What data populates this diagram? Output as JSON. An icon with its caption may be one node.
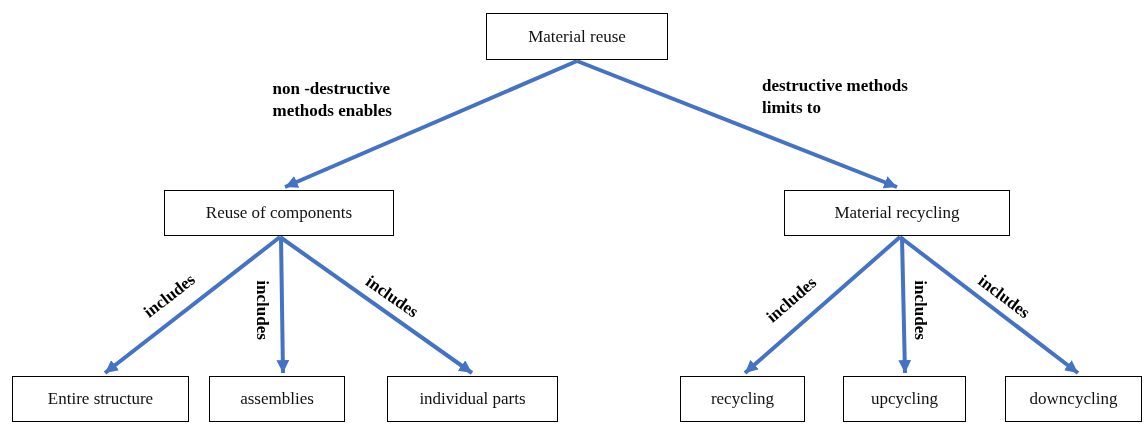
{
  "diagram": {
    "nodes": [
      {
        "text": [
          "Material reuse"
        ]
      },
      {
        "text": [
          "Reuse of components"
        ]
      },
      {
        "text": [
          "Material recycling"
        ]
      },
      {
        "text": [
          "Entire structure"
        ]
      },
      {
        "text": [
          "assemblies"
        ]
      },
      {
        "text": [
          "individual parts"
        ]
      },
      {
        "text": [
          "recycling"
        ]
      },
      {
        "text": [
          "upcycling"
        ]
      },
      {
        "text": [
          "downcycling"
        ]
      }
    ],
    "edges": [
      {
        "from": 0,
        "to": 1,
        "arrow": "to",
        "label": "non -destructive methods enables"
      },
      {
        "from": 0,
        "to": 2,
        "arrow": "to",
        "label": "destructive methods limits to"
      },
      {
        "from": 1,
        "to": 3,
        "arrow": "to",
        "label": "includes"
      },
      {
        "from": 1,
        "to": 4,
        "arrow": "to",
        "label": "includes"
      },
      {
        "from": 1,
        "to": 5,
        "arrow": "to",
        "label": "includes"
      },
      {
        "from": 2,
        "to": 6,
        "arrow": "to",
        "label": "includes"
      },
      {
        "from": 2,
        "to": 7,
        "arrow": "to",
        "label": "includes"
      },
      {
        "from": 2,
        "to": 8,
        "arrow": "to",
        "label": "includes"
      }
    ]
  }
}
